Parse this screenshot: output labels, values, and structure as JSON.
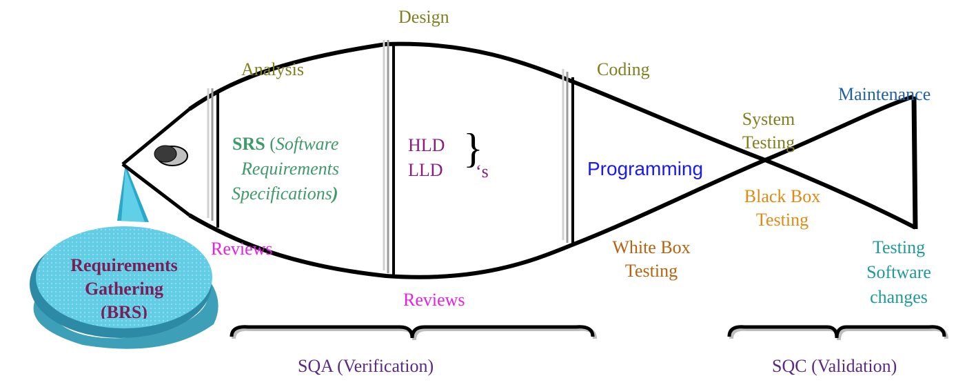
{
  "phases": {
    "design": "Design",
    "analysis": "Analysis",
    "coding": "Coding",
    "maintenance": "Maintenance"
  },
  "srs": {
    "abbr": "SRS",
    "paren_open": " (",
    "line1": "Software",
    "line2": "Requirements",
    "line3": "Specifications",
    "paren_close": ")"
  },
  "hld": "HLD",
  "lld": "LLD",
  "suffix": "‘s",
  "programming": "Programming",
  "system_testing": [
    "System",
    "Testing"
  ],
  "black_box_testing": [
    "Black Box",
    "Testing"
  ],
  "white_box_testing": [
    "White Box",
    "Testing"
  ],
  "testing_software_changes": [
    "Testing",
    "Software",
    "changes"
  ],
  "reviews_top": "Reviews",
  "reviews_bottom": "Reviews",
  "requirements": [
    "Requirements",
    "Gathering",
    "(BRS)"
  ],
  "sqa": "SQA (Verification)",
  "sqc": "SQC (Validation)",
  "colors": {
    "outline": "#000000",
    "phase_labels": "#7f7f1f",
    "reviews": "#e81ee8",
    "programming": "#1a1aee",
    "callout": "#5fd0e8",
    "requirements_text": "#7a1e58"
  }
}
